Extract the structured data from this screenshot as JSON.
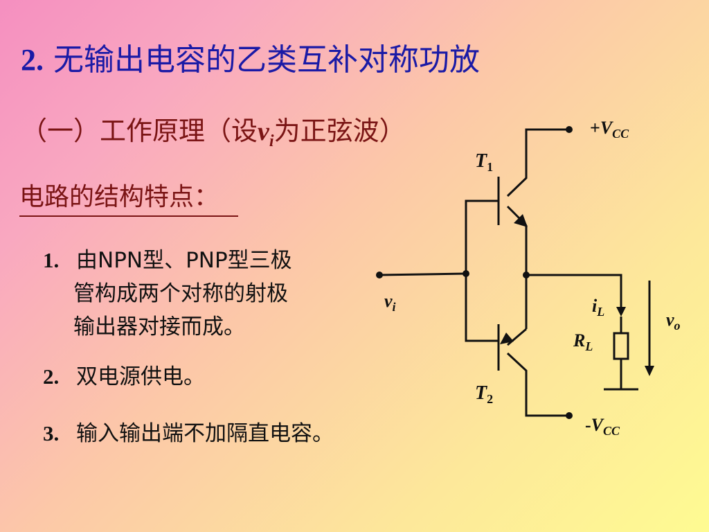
{
  "title": {
    "number": "2.",
    "text": "无输出电容的乙类互补对称功放"
  },
  "subtitle": {
    "prefix": "（一）工作原理（设",
    "var": "v",
    "var_sub": "i",
    "suffix": "为正弦波）"
  },
  "heading": "电路的结构特点：",
  "items": [
    {
      "number": "1.",
      "line1": "由NPN型、PNP型三极",
      "line2": "管构成两个对称的射极",
      "line3": "输出器对接而成。"
    },
    {
      "number": "2.",
      "text": "双电源供电。"
    },
    {
      "number": "3.",
      "text": "输入输出端不加隔直电容。"
    }
  ],
  "circuit": {
    "vcc_pos": {
      "sign": "+",
      "v": "V",
      "sub": "CC"
    },
    "vcc_neg": {
      "sign": "-",
      "v": "V",
      "sub": "CC"
    },
    "t1": {
      "t": "T",
      "sub": "1"
    },
    "t2": {
      "t": "T",
      "sub": "2"
    },
    "vi": {
      "v": "v",
      "sub": "i"
    },
    "il": {
      "v": "i",
      "sub": "L"
    },
    "rl": {
      "v": "R",
      "sub": "L"
    },
    "vo": {
      "v": "v",
      "sub": "o"
    }
  }
}
